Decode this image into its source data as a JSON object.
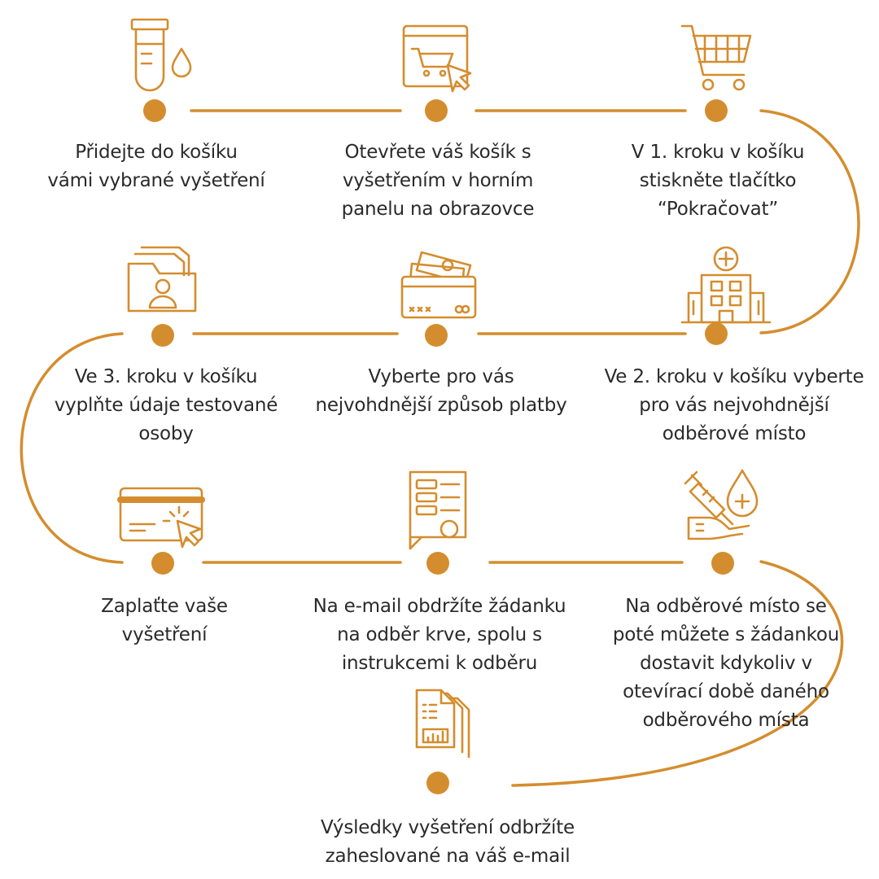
{
  "accent_color": "#D48D2E",
  "steps": [
    {
      "icon": "test-tube-icon",
      "text": "Přidejte do košíku\nvámi vybrané vyšetření"
    },
    {
      "icon": "screen-cart-click-icon",
      "text": "Otevřete váš košík s\nvyšetřením v horním\npanelu na obrazovce"
    },
    {
      "icon": "shopping-cart-icon",
      "text": "V 1. kroku v košíku\nstiskněte tlačítko\n“Pokračovat”"
    },
    {
      "icon": "hospital-icon",
      "text": "Ve 2. kroku v košíku vyberte\npro vás nejvohdnější\nodběrové místo"
    },
    {
      "icon": "cards-money-icon",
      "text": "Vyberte pro vás\nnejvohdnější způsob platby"
    },
    {
      "icon": "user-folder-icon",
      "text": "Ve 3. kroku v košíku\nvyplňte údaje testované\nosoby"
    },
    {
      "icon": "card-click-icon",
      "text": "Zaplaťte vaše\nvyšetření"
    },
    {
      "icon": "document-form-icon",
      "text": "Na e-mail obdržíte žádanku\nna odběr krve, spolu s\ninstrukcemi k odběru"
    },
    {
      "icon": "blood-draw-icon",
      "text": "Na odběrové místo se\npoté můžete s žádankou\ndostavit kdykoliv v\notevírací době daného\nodběrového místa"
    },
    {
      "icon": "results-documents-icon",
      "text": "Výsledky vyšetření odbržíte\nzaheslované na váš e-mail"
    }
  ]
}
